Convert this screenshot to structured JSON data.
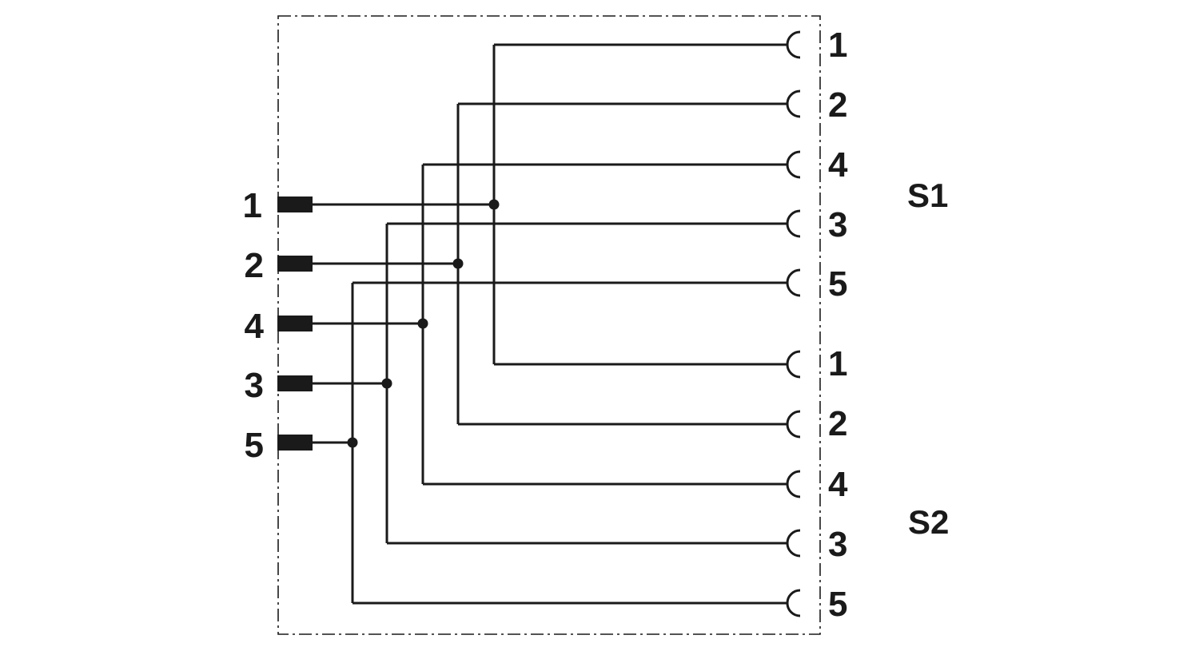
{
  "plug_pins": [
    "1",
    "2",
    "4",
    "3",
    "5"
  ],
  "sockets": [
    {
      "label": "S1",
      "pins": [
        "1",
        "2",
        "4",
        "3",
        "5"
      ]
    },
    {
      "label": "S2",
      "pins": [
        "1",
        "2",
        "4",
        "3",
        "5"
      ]
    }
  ],
  "colors": {
    "line": "#1a1a1a",
    "background": "#ffffff"
  }
}
